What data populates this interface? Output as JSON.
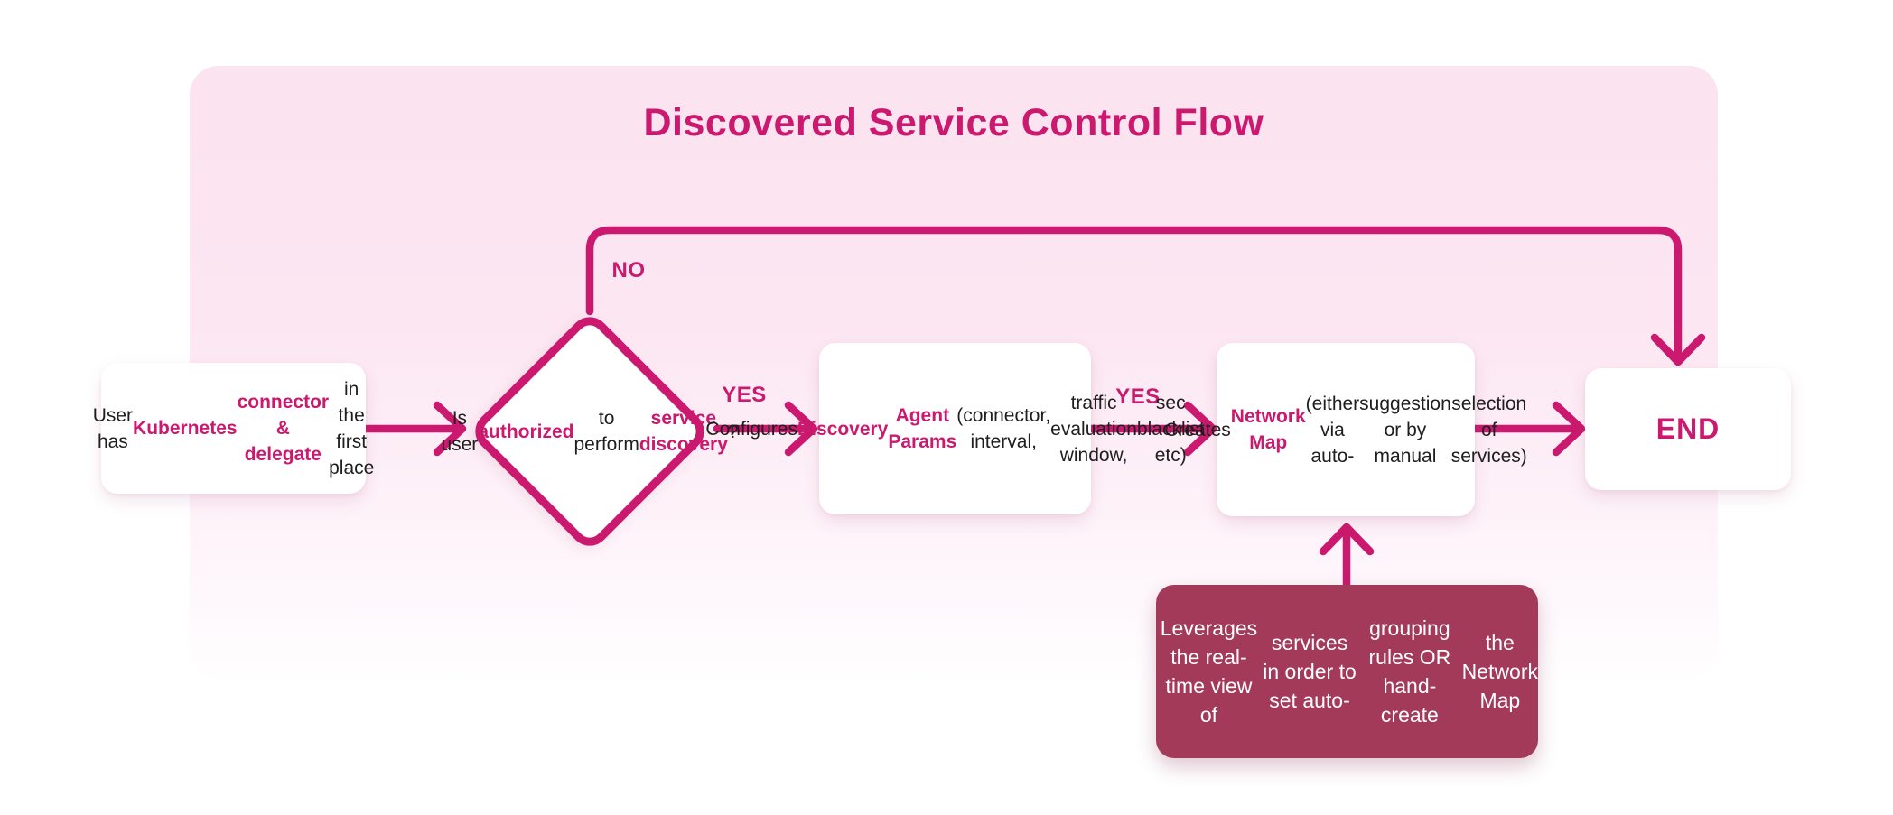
{
  "title": "Discovered Service Control Flow",
  "colors": {
    "accent": "#ca196e",
    "node_background": "#ffffff",
    "note_background": "#a33a59",
    "note_text": "#ffffff",
    "panel_top": "#fbe3f0",
    "panel_mid": "#fce6f2",
    "panel_fade": "#fef5fa",
    "panel_bottom": "#fffeff",
    "text": "#1e1e1e"
  },
  "labels": {
    "no": "NO",
    "yes_decision_to_configure": "YES",
    "yes_configure_to_create": "YES"
  },
  "nodes": {
    "start": {
      "segments": [
        {
          "text": "User has ",
          "accent": false
        },
        {
          "text": "Kubernetes",
          "accent": true
        },
        {
          "break": true
        },
        {
          "text": "connector & delegate",
          "accent": true
        },
        {
          "break": true
        },
        {
          "text": "in the first place",
          "accent": false
        }
      ]
    },
    "decision": {
      "segments": [
        {
          "text": "Is user",
          "accent": false
        },
        {
          "break": true
        },
        {
          "text": "authorized",
          "accent": true
        },
        {
          "break": true
        },
        {
          "text": "to perform",
          "accent": false
        },
        {
          "break": true
        },
        {
          "text": "service discovery",
          "accent": true
        },
        {
          "text": "?",
          "accent": false
        }
      ]
    },
    "configure": {
      "segments": [
        {
          "text": "Configures ",
          "accent": false
        },
        {
          "text": "Discovery",
          "accent": true
        },
        {
          "break": true
        },
        {
          "text": "Agent Params",
          "accent": true
        },
        {
          "break": true
        },
        {
          "text": "(connector, interval,",
          "accent": false
        },
        {
          "break": true
        },
        {
          "text": "traffic evaluation window,",
          "accent": false
        },
        {
          "break": true
        },
        {
          "text": "sec blacklist etc)",
          "accent": false
        }
      ]
    },
    "create": {
      "segments": [
        {
          "text": "Creates ",
          "accent": false
        },
        {
          "text": "Network Map",
          "accent": true
        },
        {
          "break": true
        },
        {
          "text": "(either via auto-",
          "accent": false
        },
        {
          "break": true
        },
        {
          "text": "suggestion or by manual",
          "accent": false
        },
        {
          "break": true
        },
        {
          "text": "selection of services)",
          "accent": false
        }
      ]
    },
    "end": {
      "label": "END"
    },
    "note": {
      "segments": [
        {
          "text": "Leverages the real-time view of",
          "accent": false
        },
        {
          "break": true
        },
        {
          "text": "services in order to set auto-",
          "accent": false
        },
        {
          "break": true
        },
        {
          "text": "grouping rules OR hand-create",
          "accent": false
        },
        {
          "break": true
        },
        {
          "text": "the Network Map",
          "accent": false
        }
      ]
    }
  }
}
